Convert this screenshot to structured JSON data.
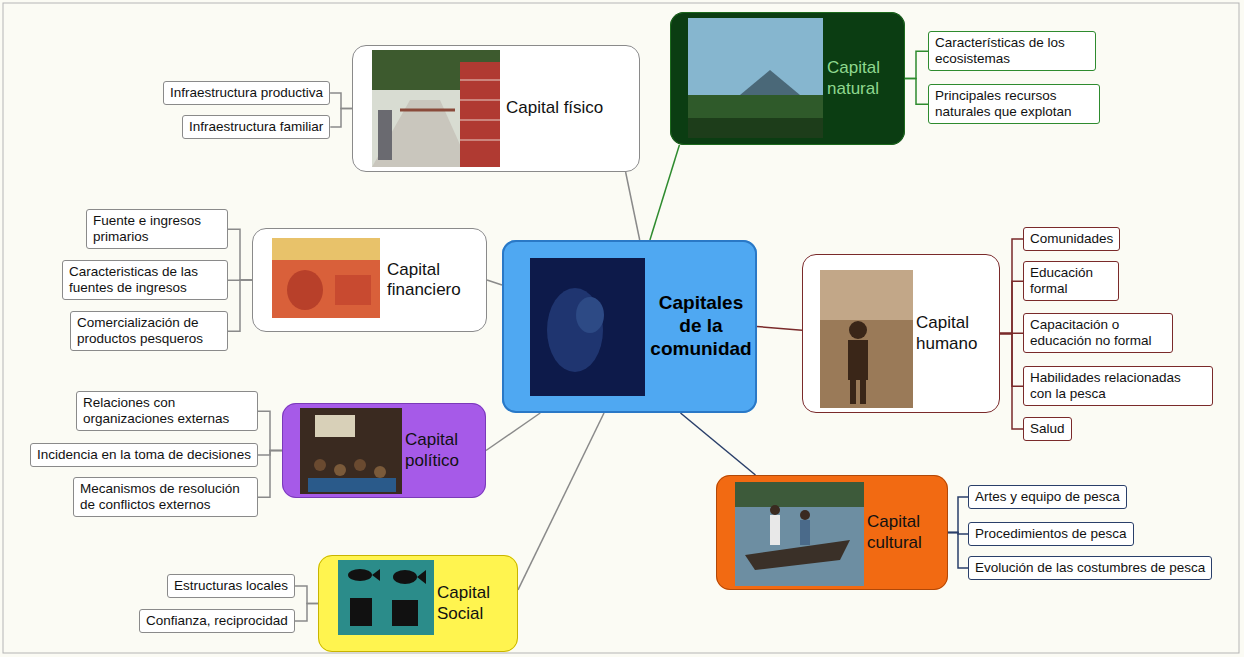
{
  "diagram": {
    "nodes": [
      {
        "text": [
          "Capitales de la comunidad"
        ]
      },
      {
        "text": [
          "Capital físico"
        ]
      },
      {
        "text": [
          "Infraestructura productiva"
        ]
      },
      {
        "text": [
          "Infraestructura familiar"
        ]
      },
      {
        "text": [
          "Capital natural"
        ]
      },
      {
        "text": [
          "Características de los ecosistemas"
        ]
      },
      {
        "text": [
          "Principales recursos naturales que explotan"
        ]
      },
      {
        "text": [
          "Capital financiero"
        ]
      },
      {
        "text": [
          "Fuente e ingresos primarios"
        ]
      },
      {
        "text": [
          "Caracteristicas de las fuentes de ingresos"
        ]
      },
      {
        "text": [
          "Comercialización de productos pesqueros"
        ]
      },
      {
        "text": [
          "Capital humano"
        ]
      },
      {
        "text": [
          "Comunidades"
        ]
      },
      {
        "text": [
          "Educación formal"
        ]
      },
      {
        "text": [
          "Capacitación o educación no formal"
        ]
      },
      {
        "text": [
          "Habilidades relacionadas con la pesca"
        ]
      },
      {
        "text": [
          "Salud"
        ]
      },
      {
        "text": [
          "Capital político"
        ]
      },
      {
        "text": [
          "Relaciones con organizaciones externas"
        ]
      },
      {
        "text": [
          "Incidencia en la toma de decisiones"
        ]
      },
      {
        "text": [
          "Mecanismos de resolución de conflictos externos"
        ]
      },
      {
        "text": [
          "Capital cultural"
        ]
      },
      {
        "text": [
          "Artes y equipo de pesca"
        ]
      },
      {
        "text": [
          "Procedimientos de pesca"
        ]
      },
      {
        "text": [
          "Evolución de las costumbres de pesca"
        ]
      },
      {
        "text": [
          "Capital Social"
        ]
      },
      {
        "text": [
          "Estructuras locales"
        ]
      },
      {
        "text": [
          "Confianza, reciprocidad"
        ]
      }
    ],
    "edges": [
      {
        "from": 0,
        "to": 1,
        "arrow": "none"
      },
      {
        "from": 0,
        "to": 4,
        "arrow": "none"
      },
      {
        "from": 0,
        "to": 7,
        "arrow": "none"
      },
      {
        "from": 0,
        "to": 11,
        "arrow": "none"
      },
      {
        "from": 0,
        "to": 17,
        "arrow": "none"
      },
      {
        "from": 0,
        "to": 21,
        "arrow": "none"
      },
      {
        "from": 0,
        "to": 25,
        "arrow": "none"
      },
      {
        "from": 1,
        "to": 2,
        "arrow": "none"
      },
      {
        "from": 1,
        "to": 3,
        "arrow": "none"
      },
      {
        "from": 4,
        "to": 5,
        "arrow": "none"
      },
      {
        "from": 4,
        "to": 6,
        "arrow": "none"
      },
      {
        "from": 7,
        "to": 8,
        "arrow": "none"
      },
      {
        "from": 7,
        "to": 9,
        "arrow": "none"
      },
      {
        "from": 7,
        "to": 10,
        "arrow": "none"
      },
      {
        "from": 11,
        "to": 12,
        "arrow": "none"
      },
      {
        "from": 11,
        "to": 13,
        "arrow": "none"
      },
      {
        "from": 11,
        "to": 14,
        "arrow": "none"
      },
      {
        "from": 11,
        "to": 15,
        "arrow": "none"
      },
      {
        "from": 11,
        "to": 16,
        "arrow": "none"
      },
      {
        "from": 17,
        "to": 18,
        "arrow": "none"
      },
      {
        "from": 17,
        "to": 19,
        "arrow": "none"
      },
      {
        "from": 17,
        "to": 20,
        "arrow": "none"
      },
      {
        "from": 21,
        "to": 22,
        "arrow": "none"
      },
      {
        "from": 21,
        "to": 23,
        "arrow": "none"
      },
      {
        "from": 21,
        "to": 24,
        "arrow": "none"
      },
      {
        "from": 25,
        "to": 26,
        "arrow": "none"
      },
      {
        "from": 25,
        "to": 27,
        "arrow": "none"
      }
    ]
  }
}
